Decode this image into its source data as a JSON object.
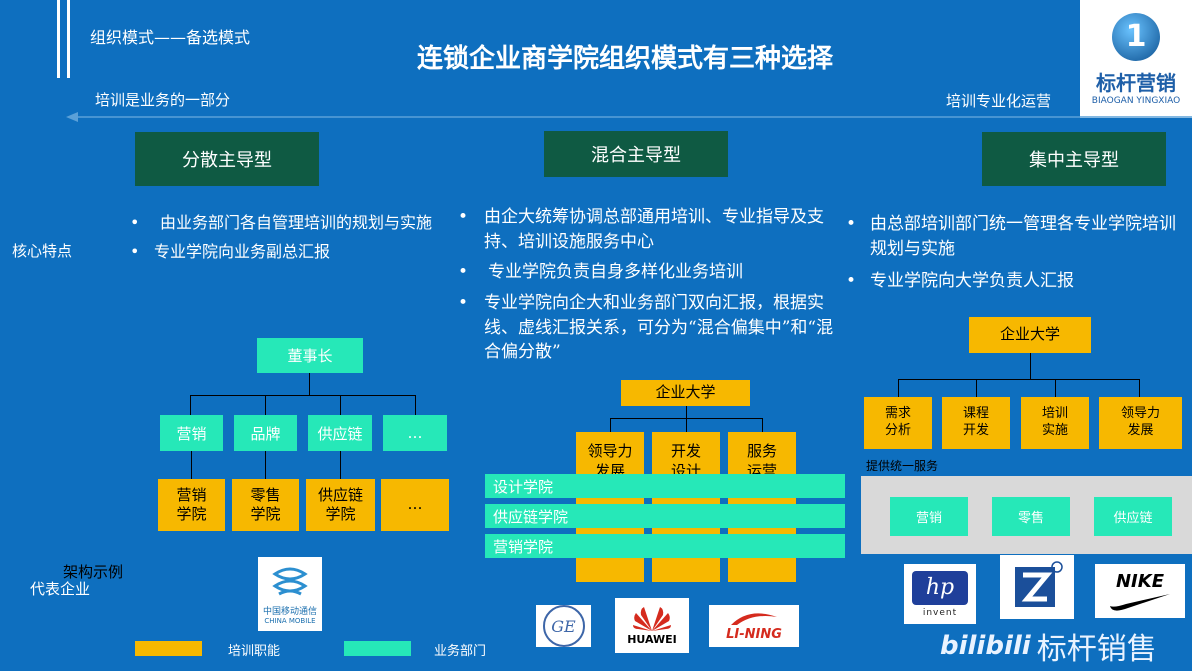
{
  "header": {
    "subtitle": "组织模式——备选模式",
    "title": "连锁企业商学院组织模式有三种选择",
    "left_caption": "培训是业务的一部分",
    "right_caption": "培训专业化运营",
    "brand": {
      "name": "标杆营销",
      "pinyin": "BIAOGAN YINGXIAO",
      "mark": "1"
    }
  },
  "labels": {
    "core": "核心特点",
    "arch": "架构示例",
    "rep": "代表企业"
  },
  "models": [
    {
      "name": "分散主导型",
      "bullets": [
        "由业务部门各自管理培训的规划与实施",
        "专业学院向业务副总汇报"
      ]
    },
    {
      "name": "混合主导型",
      "bullets": [
        "由企大统筹协调总部通用培训、专业指导及支持、培训设施服务中心",
        "专业学院负责自身多样化业务培训",
        "专业学院向企大和业务部门双向汇报，根据实线、虚线汇报关系，可分为“混合偏集中”和“混合偏分散”"
      ]
    },
    {
      "name": "集中主导型",
      "bullets": [
        "由总部培训部门统一管理各专业学院培训规划与实施",
        "专业学院向大学负责人汇报"
      ]
    }
  ],
  "left_chart": {
    "top": "董事长",
    "depts": [
      "营销",
      "品牌",
      "供应链",
      "…"
    ],
    "academies": [
      "营销\n学院",
      "零售\n学院",
      "供应链\n学院",
      "…"
    ]
  },
  "mid_chart": {
    "top": "企业大学",
    "columns": [
      "领导力\n发展",
      "开发\n设计",
      "服务\n运营"
    ],
    "bars": [
      "设计学院",
      "供应链学院",
      "营销学院"
    ]
  },
  "right_chart": {
    "top": "企业大学",
    "functions": [
      "需求\n分析",
      "课程\n开发",
      "培训\n实施",
      "领导力\n发展"
    ],
    "service_note": "提供统一服务",
    "depts": [
      "营销",
      "零售",
      "供应链"
    ]
  },
  "logos": {
    "china_mobile": {
      "cn": "中国移动通信",
      "en": "CHINA MOBILE"
    },
    "ge": "GE",
    "huawei": "HUAWEI",
    "lining": "LI-NING",
    "hp": {
      "mark": "hp",
      "sub": "invent"
    },
    "nike": "NIKE"
  },
  "legend": [
    {
      "label": "培训职能",
      "color": "#f7b800"
    },
    {
      "label": "业务部门",
      "color": "#26e8b8"
    }
  ],
  "watermark": "标杆销售",
  "watermark_prefix": "bilibili"
}
